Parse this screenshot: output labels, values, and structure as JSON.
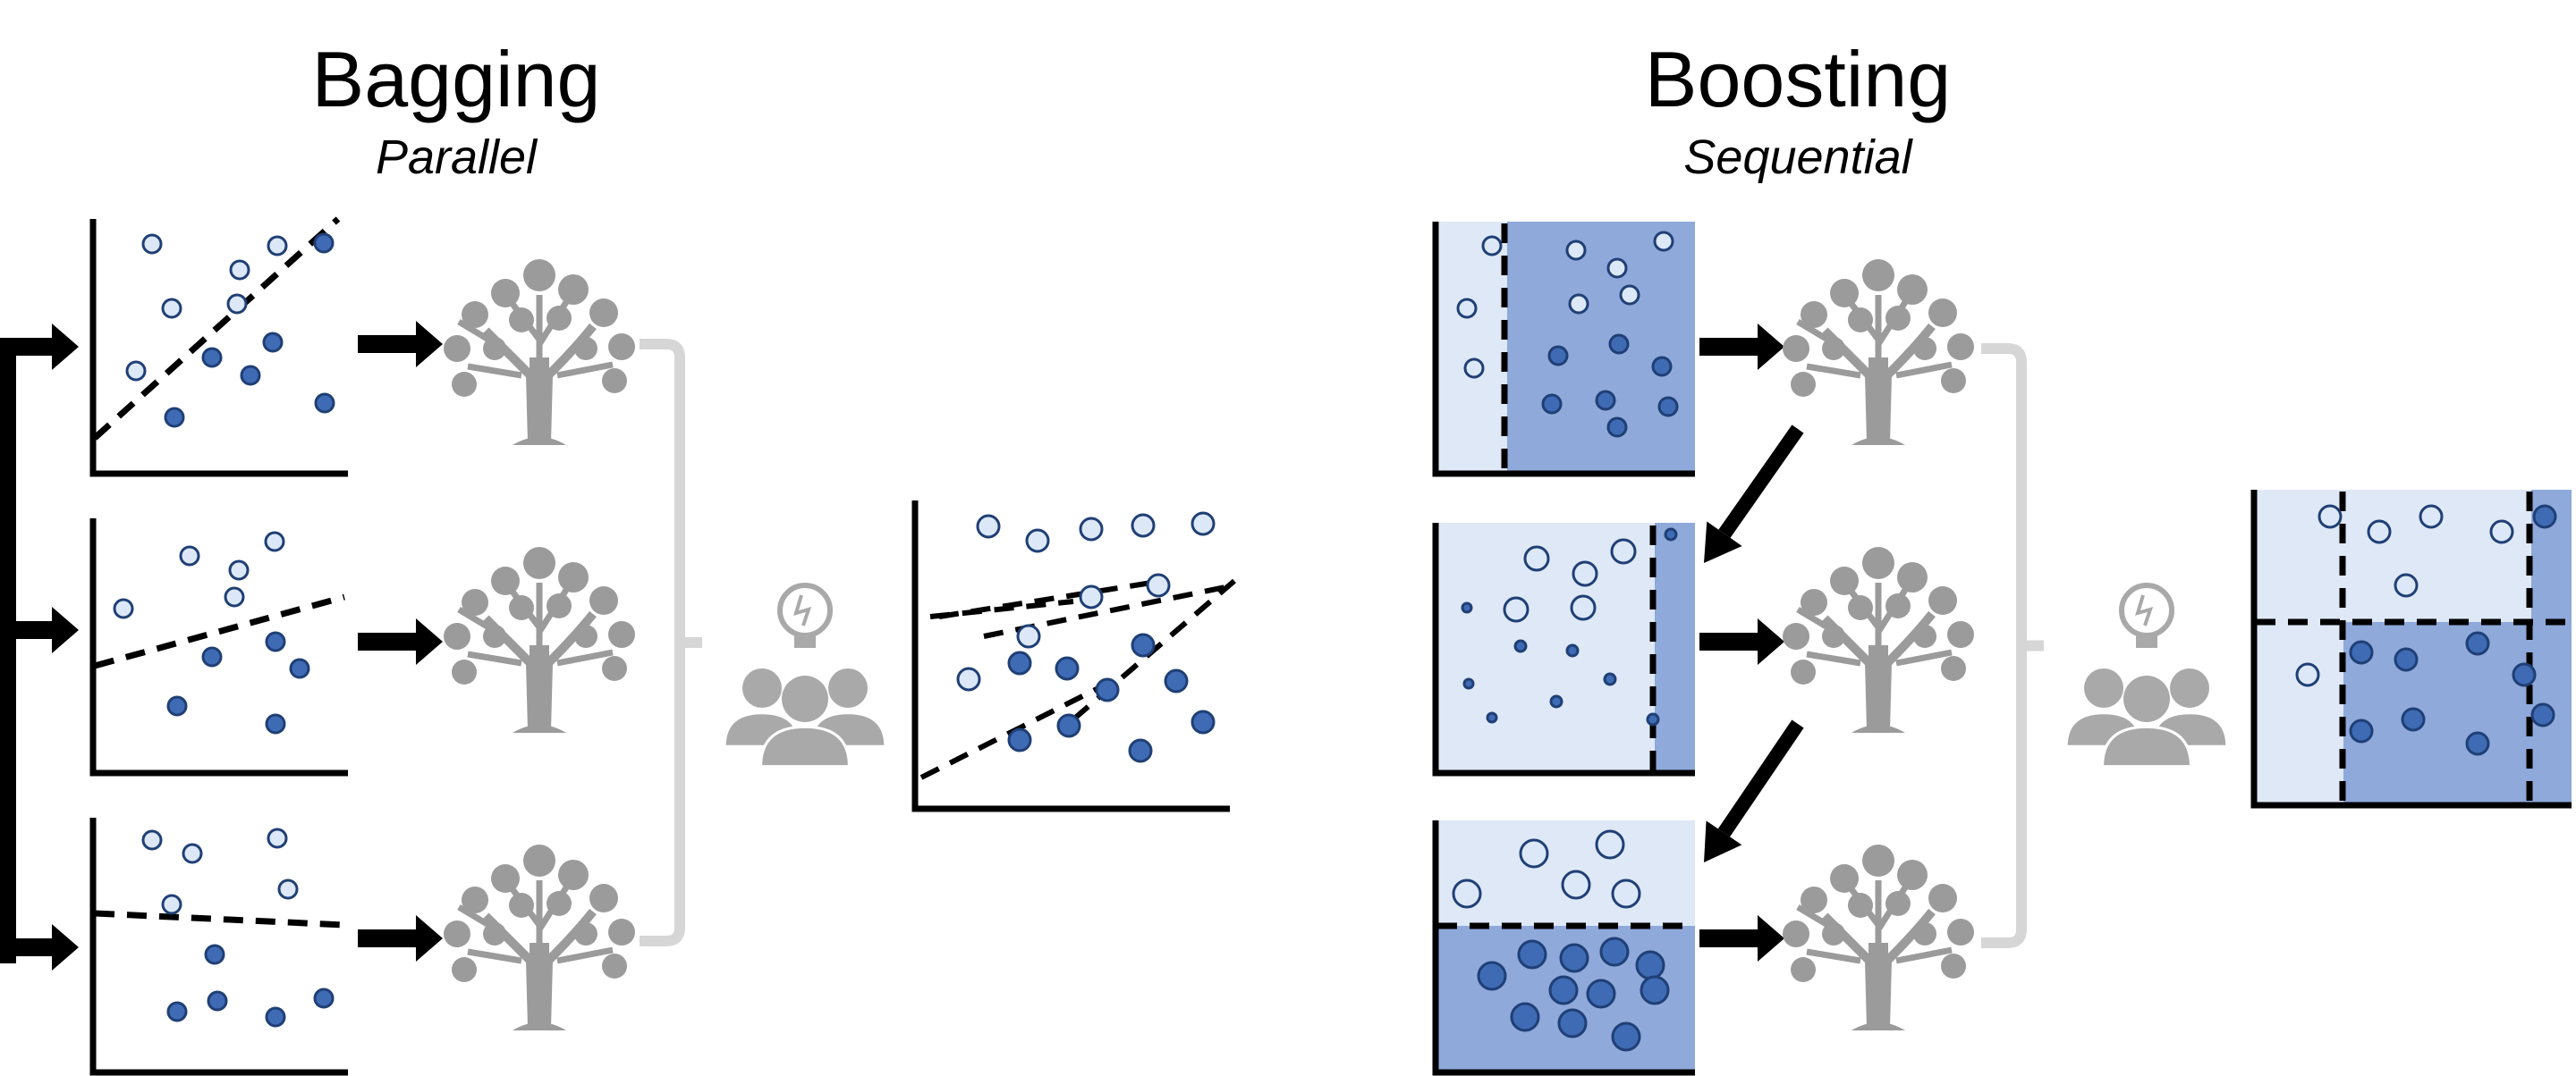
{
  "bagging": {
    "title": "Bagging",
    "subtitle": "Parallel"
  },
  "boosting": {
    "title": "Boosting",
    "subtitle": "Sequential"
  },
  "colors": {
    "dark_point": "#3f6bb5",
    "light_point": "#dce8f8",
    "point_outline": "#1f3f75",
    "blue_region": "#8ea9da",
    "light_region": "#dfe8f6",
    "tree": "#9b9b9b",
    "arrow": "#000000",
    "bracket": "#d6d6d6"
  },
  "icons": [
    "tree-icon",
    "team-idea-icon",
    "arrow-icon",
    "bracket-icon",
    "lightbulb-icon"
  ]
}
